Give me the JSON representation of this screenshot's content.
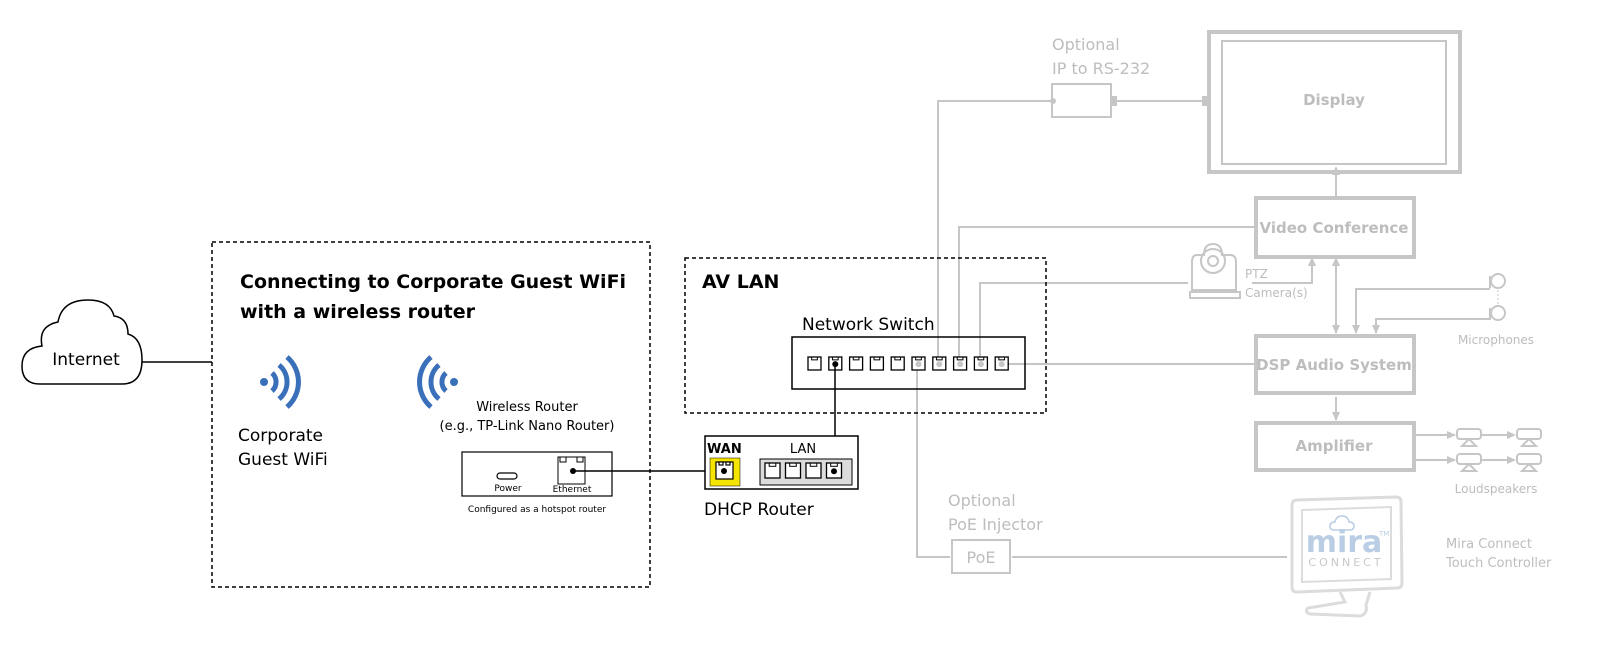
{
  "colors": {
    "ink": "#000000",
    "faded": "#c6c6c6",
    "faded_text": "#bdbdbd",
    "wifi_blue": "#3a6fba",
    "wan_highlight": "#f5e400",
    "mira_blue": "#b9cde4"
  },
  "internet": {
    "label": "Internet",
    "icon": "cloud-icon"
  },
  "guest_wifi_section": {
    "title_line1": "Connecting to Corporate Guest WiFi",
    "title_line2": "with a wireless router",
    "corporate_wifi": {
      "icon": "wifi-signal-icon",
      "line1": "Corporate",
      "line2": "Guest WiFi"
    },
    "wireless_router": {
      "icon": "wifi-signal-icon",
      "line1": "Wireless Router",
      "line2": "(e.g., TP-Link Nano Router)",
      "power_label": "Power",
      "ethernet_label": "Ethernet",
      "caption": "Configured as a hotspot router"
    }
  },
  "dhcp_router": {
    "label": "DHCP Router",
    "wan_label": "WAN",
    "lan_label": "LAN",
    "lan_ports": 4
  },
  "av_lan": {
    "title": "AV LAN",
    "switch": {
      "label": "Network Switch",
      "ports": 10
    }
  },
  "av_system": {
    "ip_to_rs232": {
      "line1": "Optional",
      "line2": "IP to RS-232"
    },
    "display": {
      "label": "Display"
    },
    "video_conference": {
      "label": "Video Conference"
    },
    "ptz_camera": {
      "line1": "PTZ",
      "line2": "Camera(s)",
      "icon": "ptz-camera-icon"
    },
    "microphones": {
      "label": "Microphones",
      "icon": "microphone-icon"
    },
    "dsp": {
      "label": "DSP Audio System"
    },
    "amplifier": {
      "label": "Amplifier"
    },
    "loudspeakers": {
      "label": "Loudspeakers",
      "icon": "loudspeaker-icon"
    },
    "poe_injector": {
      "line1": "Optional",
      "line2": "PoE Injector",
      "box_label": "PoE"
    },
    "mira_connect": {
      "logo_text": "mira",
      "logo_sub": "CONNECT",
      "trademark": "TM",
      "line1": "Mira Connect",
      "line2": "Touch Controller"
    }
  }
}
